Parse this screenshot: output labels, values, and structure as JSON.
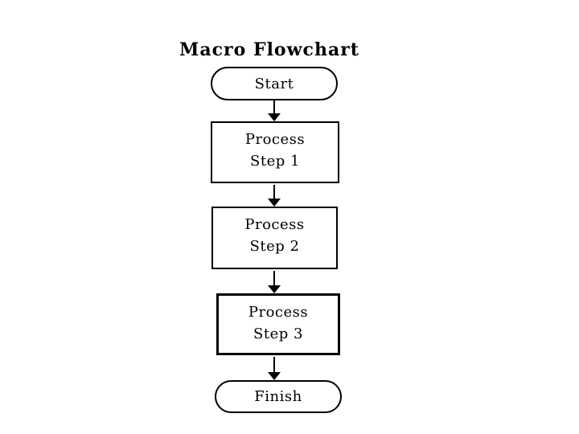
{
  "title": "Macro Flowchart",
  "nodes": {
    "start": {
      "type": "terminator",
      "label": "Start"
    },
    "step1": {
      "type": "process",
      "line1": "Process",
      "line2": "Step 1"
    },
    "step2": {
      "type": "process",
      "line1": "Process",
      "line2": "Step 2"
    },
    "step3": {
      "type": "process",
      "line1": "Process",
      "line2": "Step 3"
    },
    "finish": {
      "type": "terminator",
      "label": "Finish"
    }
  },
  "edges": [
    {
      "from": "start",
      "to": "step1"
    },
    {
      "from": "step1",
      "to": "step2"
    },
    {
      "from": "step2",
      "to": "step3"
    },
    {
      "from": "step3",
      "to": "finish"
    }
  ],
  "colors": {
    "background": "#ffffff",
    "stroke": "#000000",
    "text": "#000000"
  }
}
